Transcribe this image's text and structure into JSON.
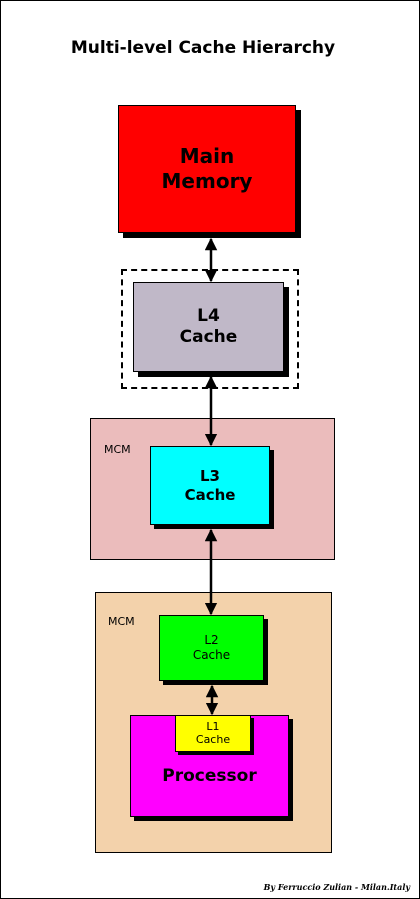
{
  "title": "Multi-level Cache Hierarchy",
  "main_memory": {
    "label": "Main\nMemory",
    "color": "#ff0000"
  },
  "l4": {
    "label": "L4\nCache",
    "color": "#c0b8c8"
  },
  "l3": {
    "label": "L3\nCache",
    "color": "#00ffff"
  },
  "l2": {
    "label": "L2\nCache",
    "color": "#00ff00"
  },
  "l1": {
    "label": "L1\nCache",
    "color": "#ffff00"
  },
  "processor": {
    "label": "Processor",
    "color": "#ff00ff"
  },
  "mcm_upper": {
    "label": "MCM",
    "color": "#ebbcbc"
  },
  "mcm_lower": {
    "label": "MCM",
    "color": "#f3d2ab"
  },
  "credit": "By Ferruccio Zulian - Milan.Italy"
}
